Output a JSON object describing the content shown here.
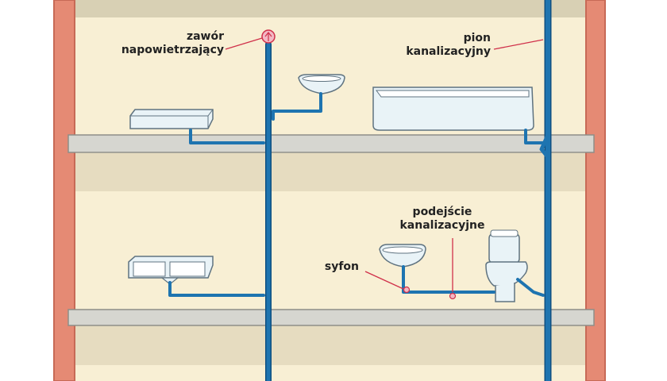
{
  "labels": {
    "air_valve": {
      "line1": "zawór",
      "line2": "napowietrzający"
    },
    "stack": {
      "line1": "pion",
      "line2": "kanalizacyjny"
    },
    "branch": {
      "line1": "podejście",
      "line2": "kanalizacyjne"
    },
    "trap": {
      "text": "syfon"
    }
  },
  "colors": {
    "wall": "#e58a74",
    "wall_edge": "#c76a56",
    "room": "#f8efd4",
    "room_upper_band": "#d8d0b4",
    "slab": "#d6d6d0",
    "slab_edge": "#8e8e88",
    "pipe": "#1e74b0",
    "pipe_dark": "#0f4f80",
    "fixture": "#e9f3f7",
    "fixture_edge": "#5f7380",
    "leader": "#d0304a"
  }
}
